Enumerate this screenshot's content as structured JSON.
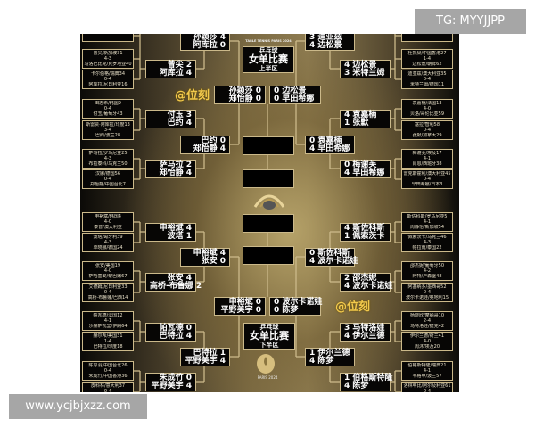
{
  "overlays": {
    "top_right": "TG: MYYJJPP",
    "bottom_left": "www.ycjbjxzz.com"
  },
  "watermark": "@位刻",
  "titles": {
    "top": {
      "line1": "乒乓球",
      "line2": "女单比赛",
      "line3": "上半区",
      "tiny": "TABLE TENNIS PARIS 2024"
    },
    "bottom": {
      "line1": "乒乓球",
      "line2": "女单比赛",
      "line3": "下半区",
      "logo_text": "PARIS 2024"
    }
  },
  "colors": {
    "line": "#cbb98a",
    "box": "#070605",
    "watermark": "#f2c94c"
  },
  "outer_left": [
    [
      "曾尖/新加坡31",
      "4-3",
      "马洛巴比克/克罗地亚40"
    ],
    [
      "卡尔伯格/瑞典34",
      "0-4",
      "阿库拉/尼日利亚16"
    ],
    [
      "田志希/韩国9",
      "0-4",
      "付玉/葡萄牙43"
    ],
    [
      "斯雷贾·阿库拉/印度13",
      "3-4",
      "巴约/波兰28"
    ],
    [
      "萨马拉/罗马尼亚25",
      "4-3",
      "布拉泰科/乌克兰50"
    ],
    [
      "汉娜/德国56",
      "0-4",
      "郑怡静/中国台北7"
    ],
    [
      "申裕斌/韩国4",
      "4-0",
      "泰普/澳大利亚"
    ],
    [
      "波塔/匈牙利39",
      "4-3",
      "单晓娜/德国24"
    ],
    [
      "张安/美国19",
      "4-0",
      "萨哈基安/黎巴嫩67"
    ],
    [
      "艾德姆/尼日利亚33",
      "0-4",
      "高桥·布鲁娜/巴西14"
    ],
    [
      "帕瓦德/法国12",
      "4-1",
      "沙赫萨瓦里/伊朗64"
    ],
    [
      "赫尔希/美国31",
      "1-4",
      "巴特拉/印度18"
    ],
    [
      "陈思羽/中国台北26",
      "0-4",
      "朱成竹/中国香港36"
    ],
    [
      "皮科林/意大利37",
      "0-4",
      ""
    ]
  ],
  "outer_right": [
    [
      "杜凯琹/中国香港27",
      "1-4",
      "边松景/朝鲜62"
    ],
    [
      "迪亚兹/澳大利亚35",
      "0-4",
      "米特兰姆/德国11"
    ],
    [
      "袁嘉楠/法国13",
      "4-0",
      "贝洛/哥伦比亚59"
    ],
    [
      "塞拉/智利58",
      "0-4",
      "张默/加拿大29"
    ],
    [
      "梅谢芙/埃及17",
      "4-1",
      "肖恩/西班牙38"
    ],
    [
      "雷克斯霍利/澳大利亚45",
      "0-4",
      "早田希娜/日本3"
    ],
    [
      "斯佐科斯/罗马尼亚5",
      "4-1",
      "周静怡/新加坡54"
    ],
    [
      "佩索茨卡/乌克兰46",
      "4-3",
      "帕拉南/泰国22"
    ],
    [
      "邵杰妮/葡萄牙50",
      "4-2",
      "阿特/卢森堡48"
    ],
    [
      "阿塞纳多/墨西哥52",
      "0-4",
      "波尔卡诺娃/奥地利15"
    ],
    [
      "杨晓欣/摩纳哥10",
      "2-4",
      "马特洛娃/捷克42"
    ],
    [
      "伊尔兰德/荷兰41",
      "4-0",
      "周沐/埃及20"
    ],
    [
      "伯格斯特隆/瑞典21",
      "4-1",
      "韦格申/波兰57"
    ],
    [
      "洛林苹比/阿尔及利亚61",
      "0-4",
      ""
    ]
  ],
  "r16_left": [
    [
      [
        "曾尖",
        2
      ],
      [
        "阿库拉",
        4
      ]
    ],
    [
      [
        "付玉",
        3
      ],
      [
        "巴约",
        4
      ]
    ],
    [
      [
        "萨马拉",
        2
      ],
      [
        "郑怡静",
        4
      ]
    ],
    [
      [
        "申裕斌",
        4
      ],
      [
        "波塔",
        1
      ]
    ],
    [
      [
        "张安",
        4
      ],
      [
        "高桥-布鲁娜",
        2
      ]
    ],
    [
      [
        "帕瓦德",
        0
      ],
      [
        "巴特拉",
        4
      ]
    ],
    [
      [
        "朱成竹",
        0
      ],
      [
        "平野美宇",
        4
      ]
    ]
  ],
  "r16_right": [
    [
      [
        "边松景",
        4
      ],
      [
        "米特兰姆",
        3
      ]
    ],
    [
      [
        "袁嘉楠",
        4
      ],
      [
        "张默",
        1
      ]
    ],
    [
      [
        "梅谢芙",
        0
      ],
      [
        "早田希娜",
        4
      ]
    ],
    [
      [
        "斯佐科斯",
        4
      ],
      [
        "佩索茨卡",
        1
      ]
    ],
    [
      [
        "邵杰妮",
        2
      ],
      [
        "波尔卡诺娃",
        4
      ]
    ],
    [
      [
        "马特洛娃",
        3
      ],
      [
        "伊尔兰德",
        4
      ]
    ],
    [
      [
        "伯格斯特隆",
        1
      ],
      [
        "陈梦",
        4
      ]
    ]
  ],
  "qf_left": [
    [
      [
        "孙颖莎",
        4
      ],
      [
        "阿库拉",
        0
      ]
    ],
    [
      [
        "巴约",
        0
      ],
      [
        "郑怡静",
        4
      ]
    ],
    [
      [
        "申裕斌",
        4
      ],
      [
        "张安",
        0
      ]
    ],
    [
      [
        "巴特拉",
        1
      ],
      [
        "平野美宇",
        4
      ]
    ]
  ],
  "qf_right": [
    [
      [
        "迪亚兹",
        3
      ],
      [
        "边松景",
        4
      ]
    ],
    [
      [
        "袁嘉楠",
        0
      ],
      [
        "早田希娜",
        4
      ]
    ],
    [
      [
        "斯佐科斯",
        0
      ],
      [
        "波尔卡诺娃",
        4
      ]
    ],
    [
      [
        "伊尔兰德",
        1
      ],
      [
        "陈梦",
        4
      ]
    ]
  ],
  "sf_left": [
    [
      [
        "孙颖莎",
        0
      ],
      [
        "郑怡静",
        0
      ]
    ],
    [
      [
        "申裕斌",
        0
      ],
      [
        "平野美宇",
        0
      ]
    ]
  ],
  "sf_right": [
    [
      [
        "边松景",
        0
      ],
      [
        "早田希娜",
        0
      ]
    ],
    [
      [
        "波尔卡诺娃",
        0
      ],
      [
        "陈梦",
        0
      ]
    ]
  ]
}
